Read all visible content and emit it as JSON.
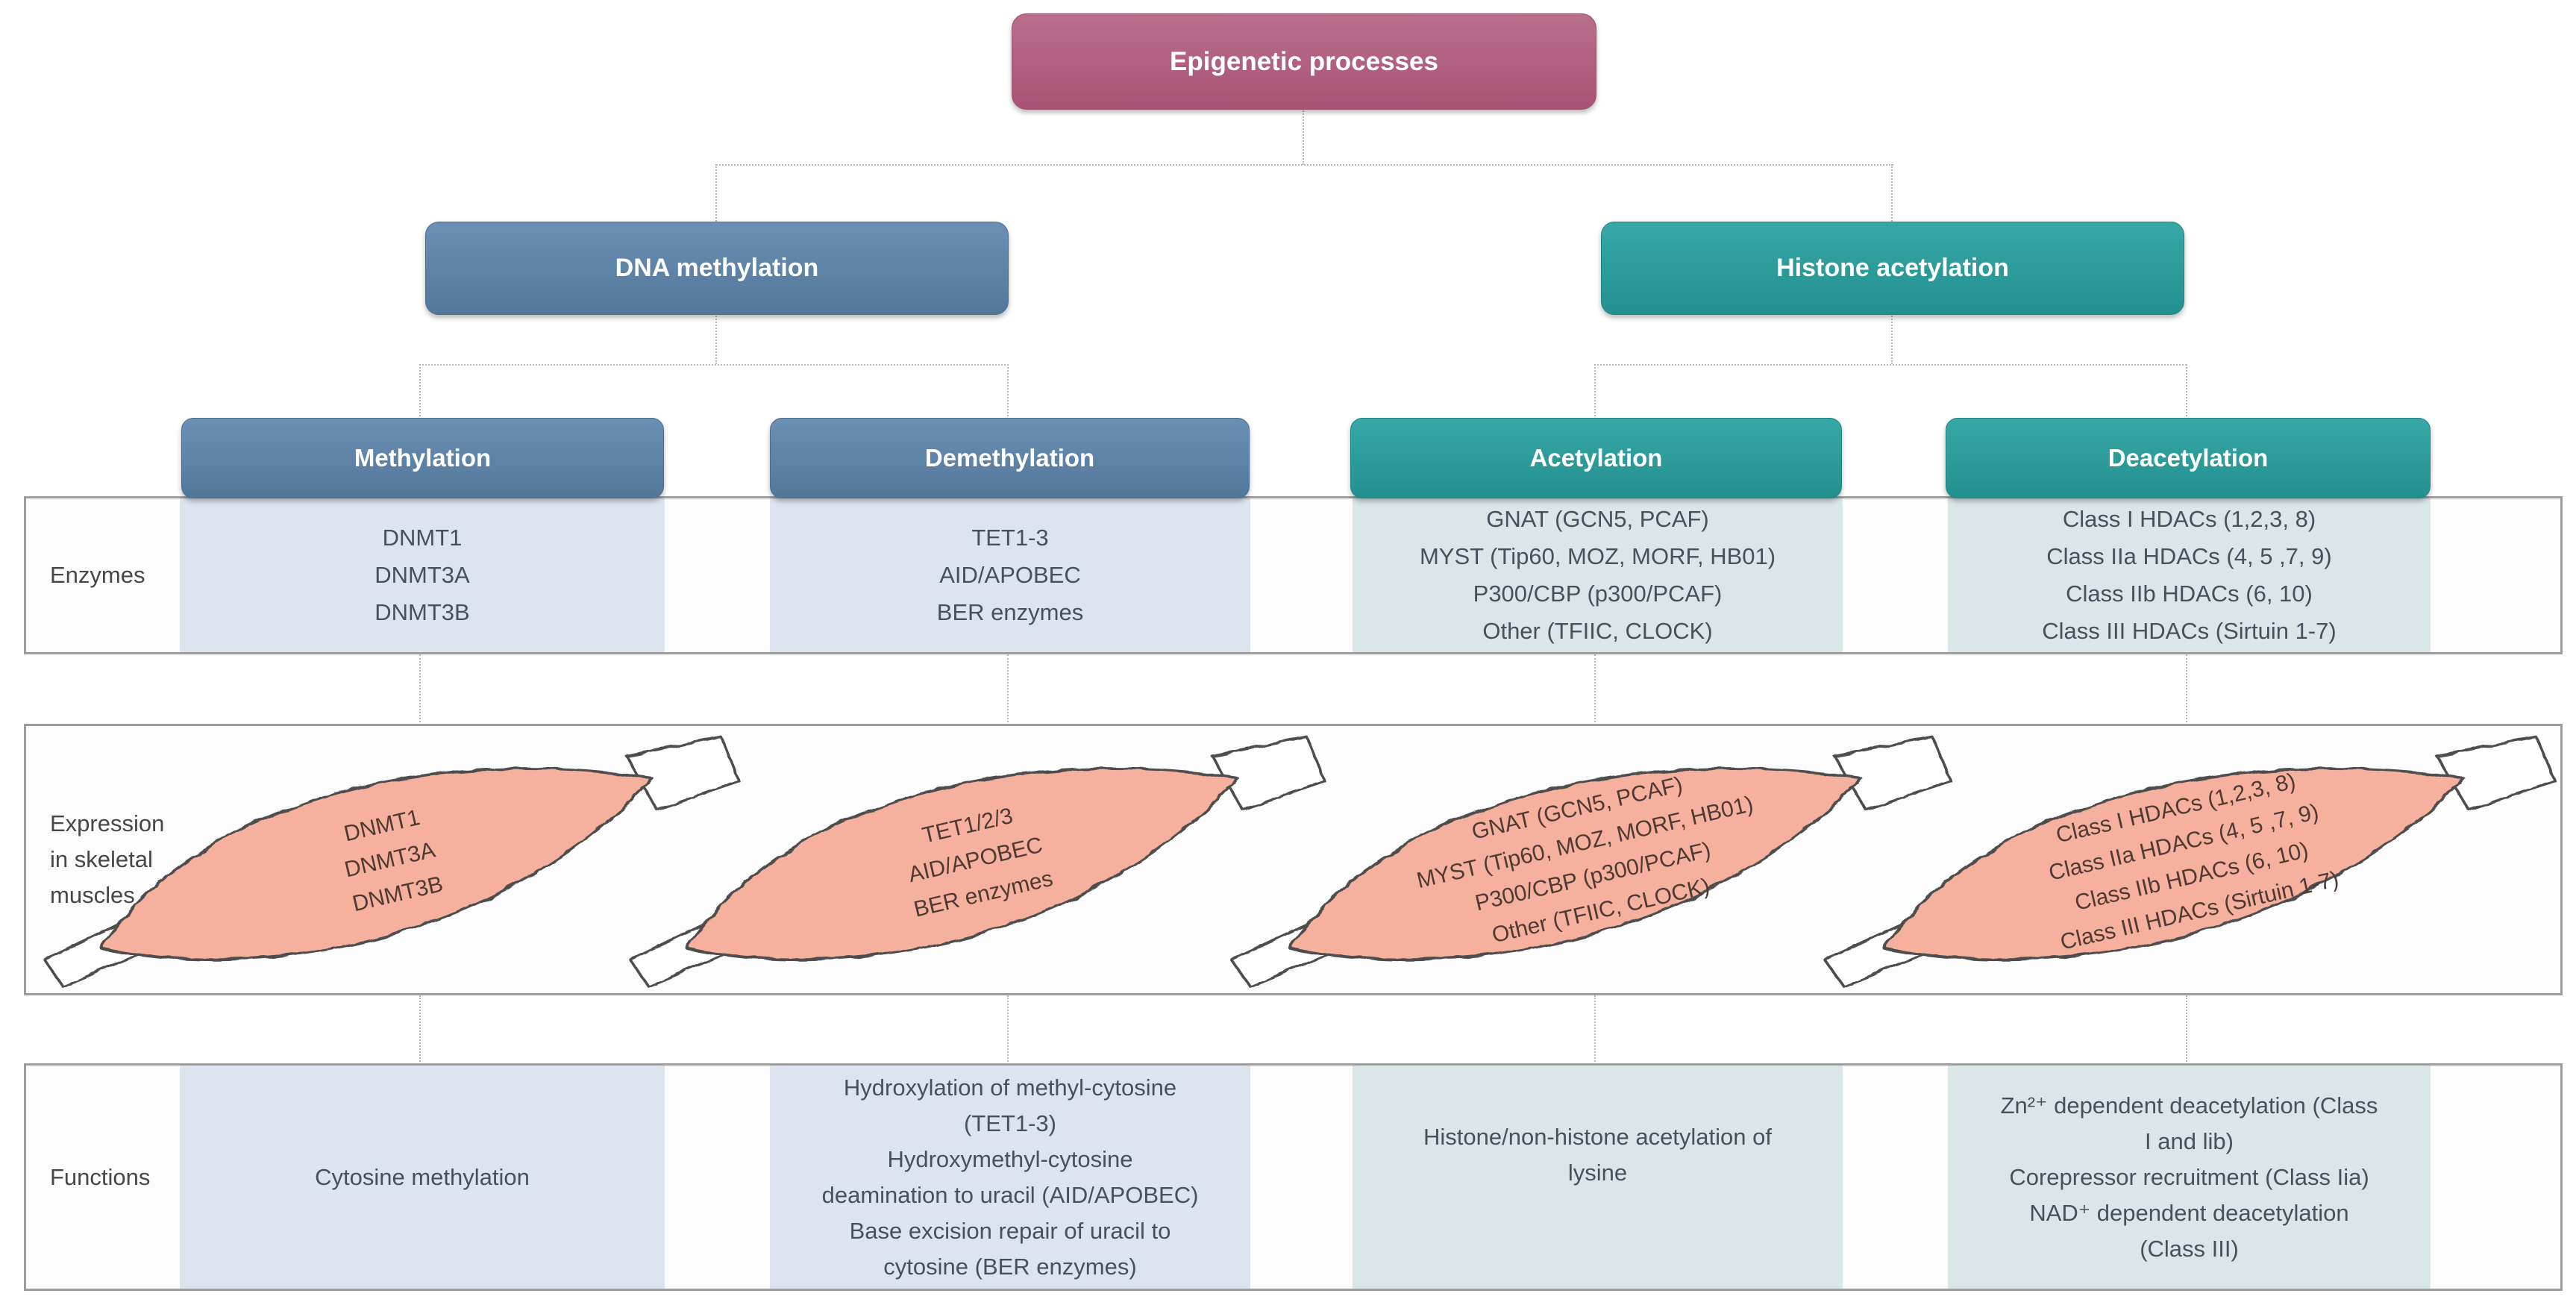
{
  "diagram": {
    "root": {
      "label": "Epigenetic processes"
    },
    "branches": [
      {
        "label": "DNA methylation",
        "children": [
          {
            "label": "Methylation"
          },
          {
            "label": "Demethylation"
          }
        ]
      },
      {
        "label": "Histone acetylation",
        "children": [
          {
            "label": "Acetylation"
          },
          {
            "label": "Deacetylation"
          }
        ]
      }
    ]
  },
  "rows": {
    "enzymes": {
      "label": "Enzymes",
      "cells": [
        [
          "DNMT1",
          "DNMT3A",
          "DNMT3B"
        ],
        [
          "TET1-3",
          "AID/APOBEC",
          "BER enzymes"
        ],
        [
          "GNAT (GCN5, PCAF)",
          "MYST (Tip60, MOZ, MORF, HB01)",
          "P300/CBP (p300/PCAF)",
          "Other (TFIIC, CLOCK)"
        ],
        [
          "Class I HDACs (1,2,3, 8)",
          "Class IIa HDACs (4, 5 ,7, 9)",
          "Class IIb HDACs (6, 10)",
          "Class III HDACs (Sirtuin 1-7)"
        ]
      ]
    },
    "expression": {
      "label_lines": [
        "Expression",
        "in skeletal",
        "muscles"
      ],
      "muscles": [
        [
          "DNMT1",
          "DNMT3A",
          "DNMT3B"
        ],
        [
          "TET1/2/3",
          "AID/APOBEC",
          "BER enzymes"
        ],
        [
          "GNAT (GCN5, PCAF)",
          "MYST (Tip60, MOZ, MORF, HB01)",
          "P300/CBP (p300/PCAF)",
          "Other (TFIIC, CLOCK)"
        ],
        [
          "Class I HDACs (1,2,3, 8)",
          "Class IIa HDACs (4, 5 ,7, 9)",
          "Class IIb HDACs (6, 10)",
          "Class III HDACs (Sirtuin 1-7)"
        ]
      ]
    },
    "functions": {
      "label": "Functions",
      "cells": [
        [
          "Cytosine methylation"
        ],
        [
          "Hydroxylation of methyl-cytosine",
          "(TET1-3)",
          "Hydroxymethyl-cytosine",
          "deamination to uracil (AID/APOBEC)",
          "Base excision repair of uracil to",
          "cytosine (BER enzymes)"
        ],
        [
          "Histone/non-histone acetylation of",
          "lysine"
        ],
        [
          "Zn²⁺ dependent deacetylation (Class",
          "I and lib)",
          "Corepressor recruitment (Class Iia)",
          "NAD⁺ dependent deacetylation",
          "(Class III)"
        ]
      ]
    }
  },
  "colors": {
    "root_box": "#a85274",
    "dna_box": "#527799",
    "histone_box": "#22908e",
    "column_blue_bg": "#dde4ee",
    "column_teal_bg": "#d9e7e8",
    "muscle_fill": "#f6b09e",
    "row_border": "#9d9d9d"
  }
}
